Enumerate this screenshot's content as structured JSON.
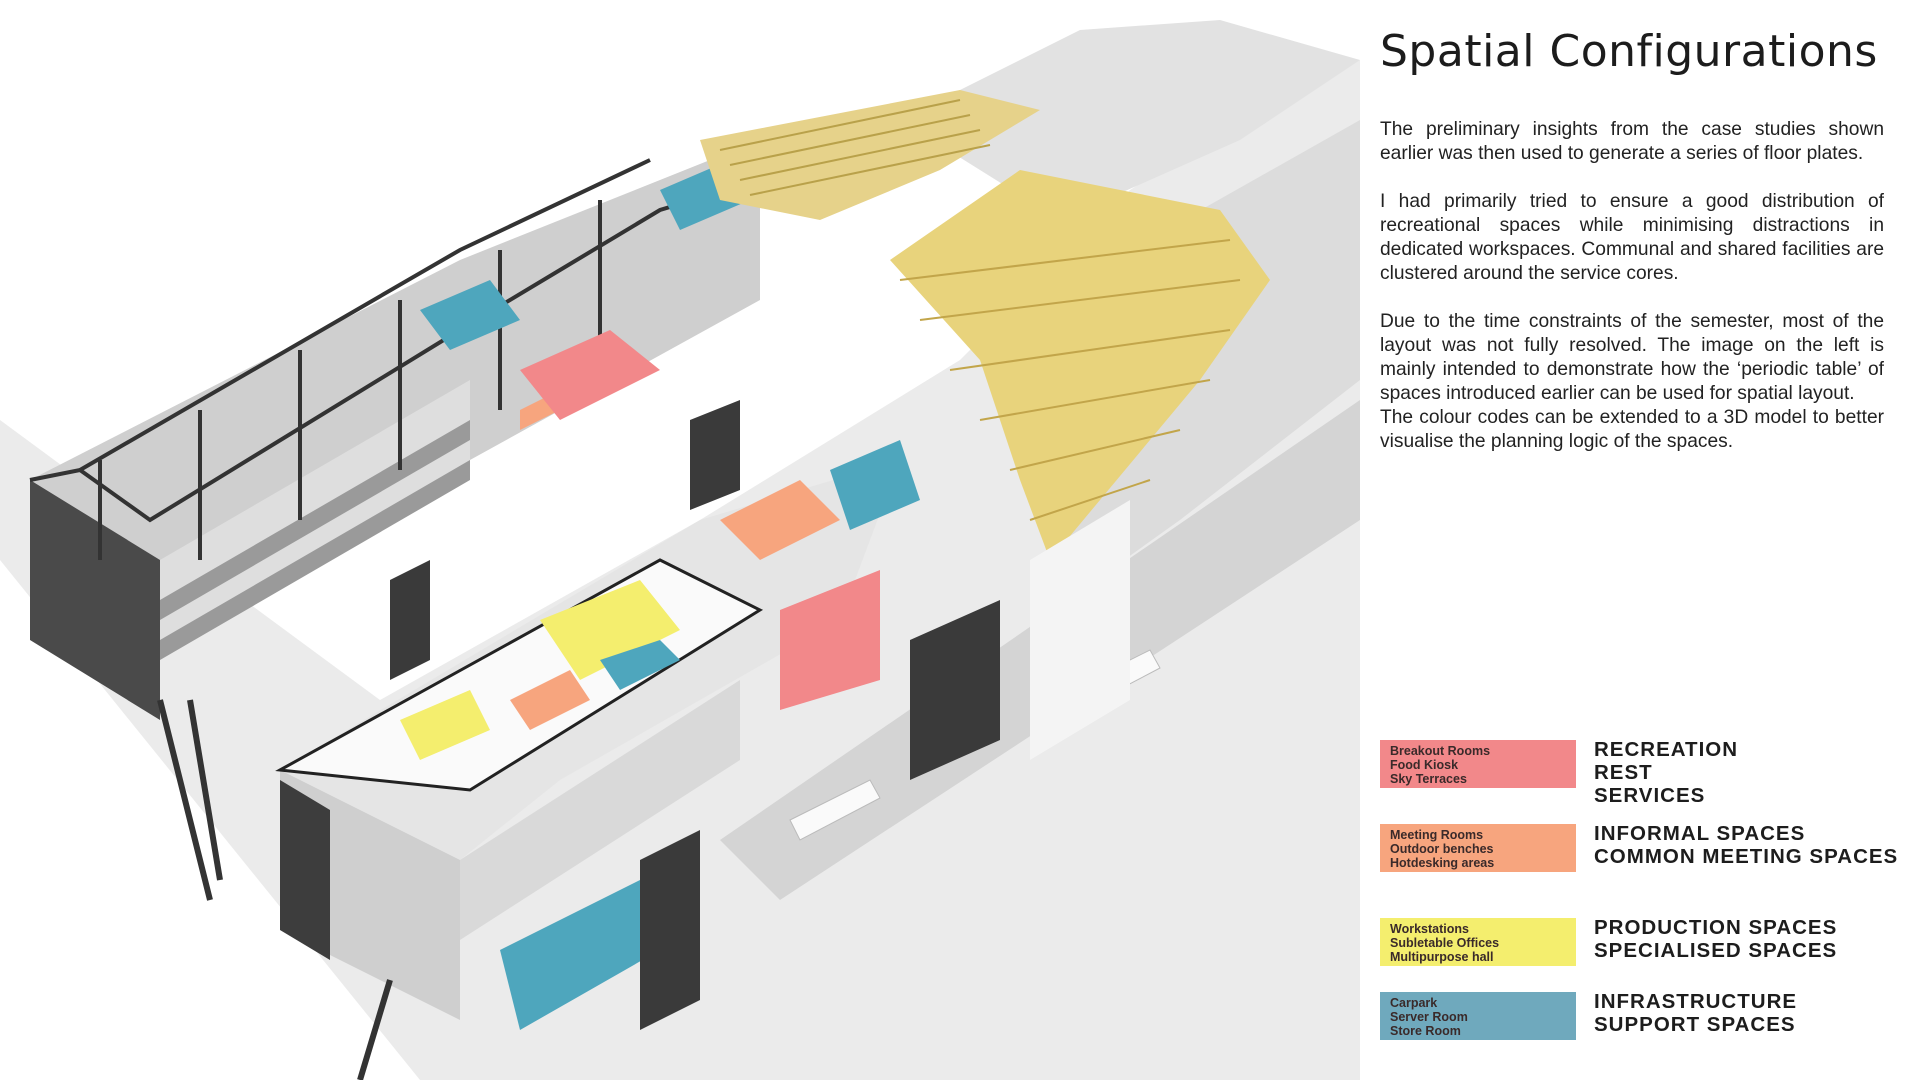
{
  "title": "Spatial Configurations",
  "description": [
    "The preliminary insights from the case studies shown earlier was then used to generate a series of floor plates.",
    "I had primarily tried to ensure a good distribution of recreational spaces while minimising distractions in dedicated workspaces. Communal and shared facilities are clustered around the service cores.",
    "Due to the time constraints of the semester, most of the layout was not fully resolved. The image on the left is mainly intended to demonstrate how the ‘periodic table’ of spaces introduced earlier can be used for spatial layout.",
    "The colour codes can be extended to a 3D model to better visualise the planning logic of the spaces."
  ],
  "legend": [
    {
      "color": "#f2888a",
      "items": [
        "Breakout Rooms",
        "Food Kiosk",
        "Sky Terraces"
      ],
      "labels": [
        "RECREATION",
        "REST",
        "SERVICES"
      ]
    },
    {
      "color": "#f7a57e",
      "items": [
        "Meeting Rooms",
        "Outdoor benches",
        "Hotdesking areas"
      ],
      "labels": [
        "INFORMAL SPACES",
        "COMMON MEETING SPACES"
      ]
    },
    {
      "color": "#f4ee6e",
      "items": [
        "Workstations",
        "Subletable Offices",
        "Multipurpose hall"
      ],
      "labels": [
        "PRODUCTION SPACES",
        "SPECIALISED SPACES"
      ]
    },
    {
      "color": "#6fa9bd",
      "items": [
        "Carpark",
        "Server Room",
        "Store Room"
      ],
      "labels": [
        "INFRASTRUCTURE",
        "SUPPORT SPACES"
      ]
    }
  ],
  "colors": {
    "structure": "#3a3a3a",
    "slab": "#f2f2f2",
    "roof_louvre": "#d9c26a",
    "ground": "#e6e6e6"
  }
}
